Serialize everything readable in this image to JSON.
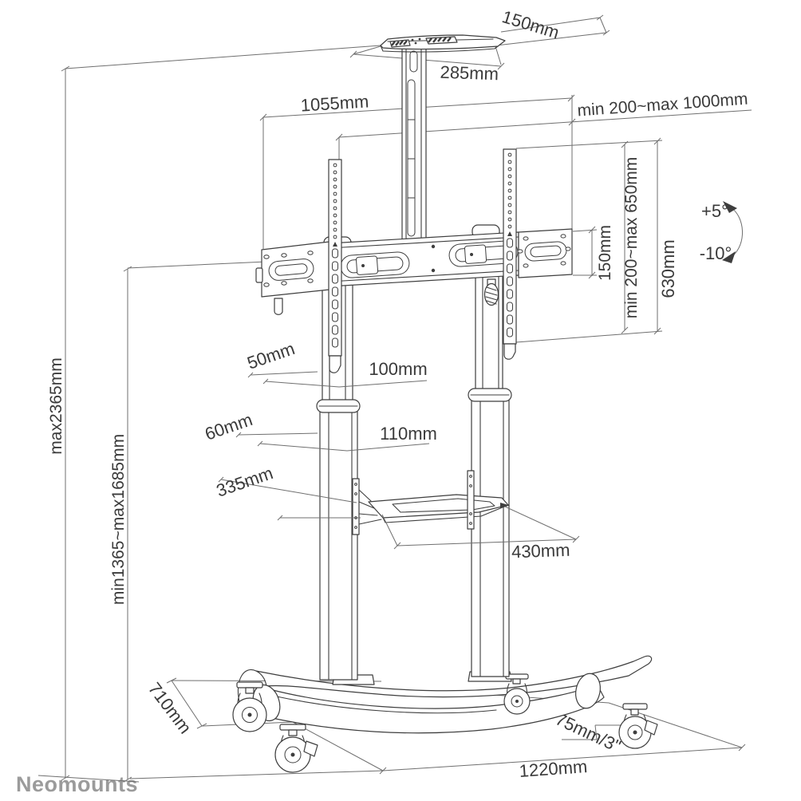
{
  "colors": {
    "background": "#ffffff",
    "line": "#3e3e3e",
    "dimension_line": "#6f6f6f",
    "dimension_text": "#3a3a3a",
    "logo": "#9b9b9b"
  },
  "brand": {
    "logo_text": "Neomounts"
  },
  "labels": {
    "total_height": "max2365mm",
    "height_range": "min1365~max1685mm",
    "crossbar_width": "1055mm",
    "vesa_width_range": "min 200~max 1000mm",
    "vesa_height_range": "min 200~max 650mm",
    "rail_height": "630mm",
    "plate_height": "150mm",
    "tilt_up": "+5°",
    "tilt_down": "-10°",
    "tray_depth": "150mm",
    "tray_width": "285mm",
    "upper_column_depth": "50mm",
    "upper_column_width": "100mm",
    "lower_column_depth": "60mm",
    "lower_column_width": "110mm",
    "shelf_depth": "335mm",
    "shelf_width": "430mm",
    "base_depth": "710mm",
    "caster_size": "75mm/3\"",
    "base_width": "1220mm"
  }
}
